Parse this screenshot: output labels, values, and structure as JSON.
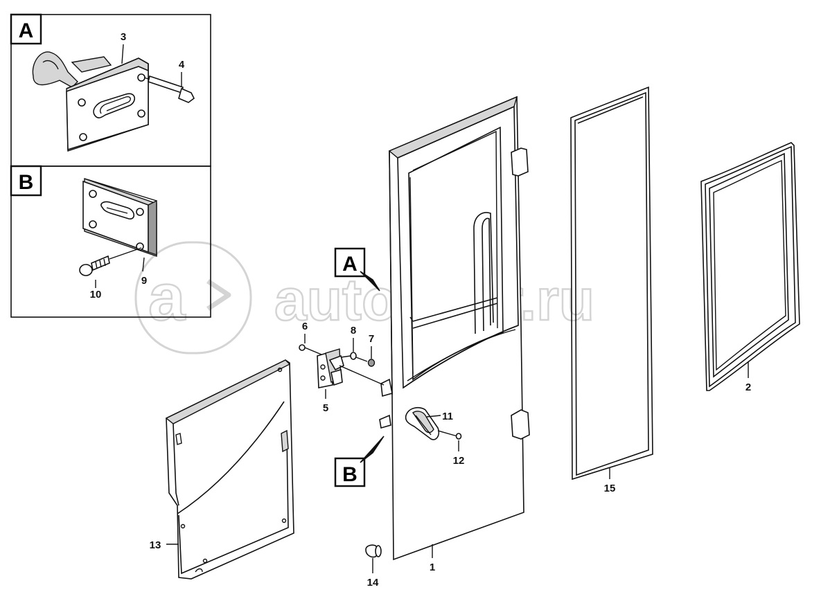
{
  "watermark": {
    "text": "autopiter.ru"
  },
  "colors": {
    "line": "#111111",
    "shade": "#d6d6d6",
    "watermark": "#d4d4d4",
    "background": "#ffffff"
  },
  "detail_boxes": [
    {
      "letter": "A",
      "parts": [
        "3",
        "4"
      ]
    },
    {
      "letter": "B",
      "parts": [
        "9",
        "10"
      ]
    }
  ],
  "callout_tags": [
    "A",
    "B"
  ],
  "part_labels": {
    "p1": "1",
    "p2": "2",
    "p3": "3",
    "p4": "4",
    "p5": "5",
    "p6": "6",
    "p7": "7",
    "p8": "8",
    "p9": "9",
    "p10": "10",
    "p11": "11",
    "p12": "12",
    "p13": "13",
    "p14": "14",
    "p15": "15"
  }
}
